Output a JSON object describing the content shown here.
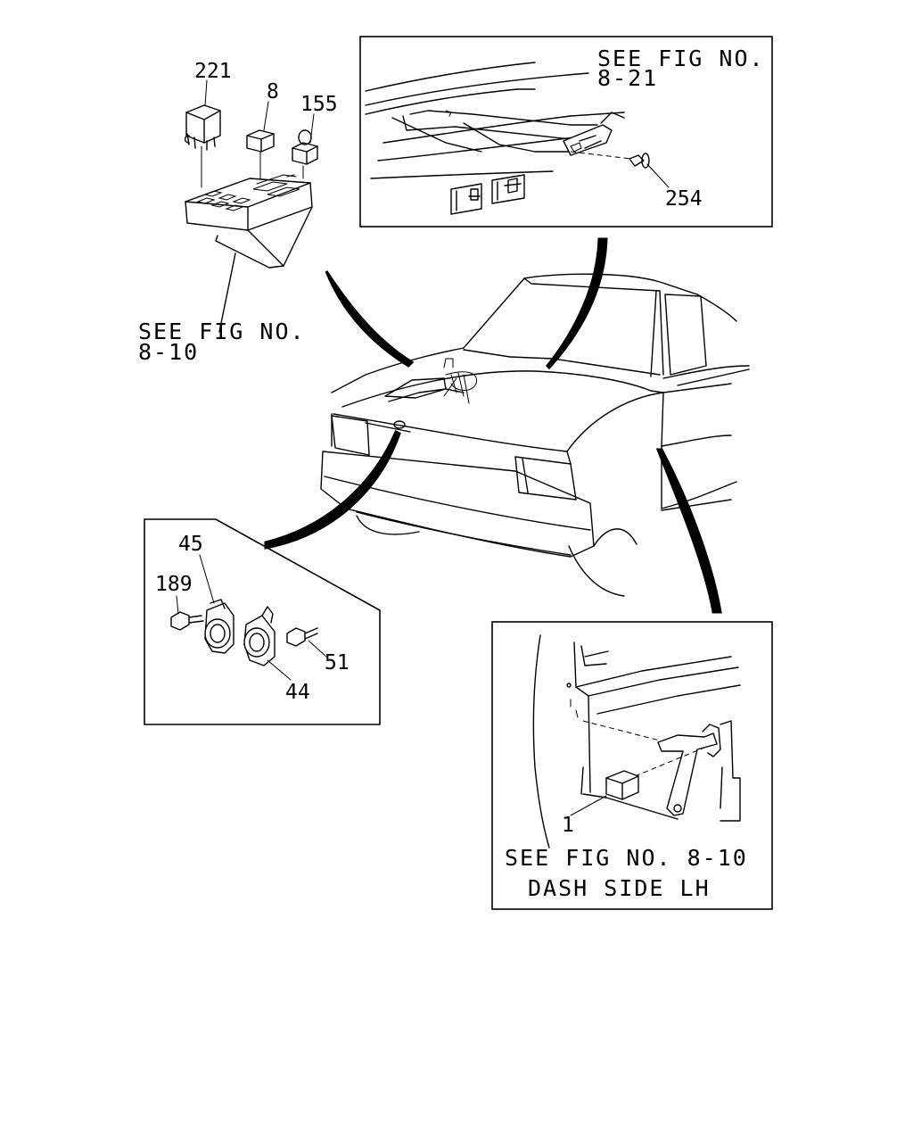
{
  "callouts": {
    "c221": "221",
    "c8": "8",
    "c155": "155",
    "c254": "254",
    "c45": "45",
    "c189": "189",
    "c51": "51",
    "c44": "44",
    "c1": "1"
  },
  "refs": {
    "top_left_line1": "SEE FIG NO.",
    "top_left_line2": "8-10",
    "top_right_line1": "SEE FIG NO.",
    "top_right_line2": "8-21",
    "bottom_right_line1": "SEE FIG NO. 8-10",
    "bottom_right_line2": "DASH SIDE LH"
  }
}
